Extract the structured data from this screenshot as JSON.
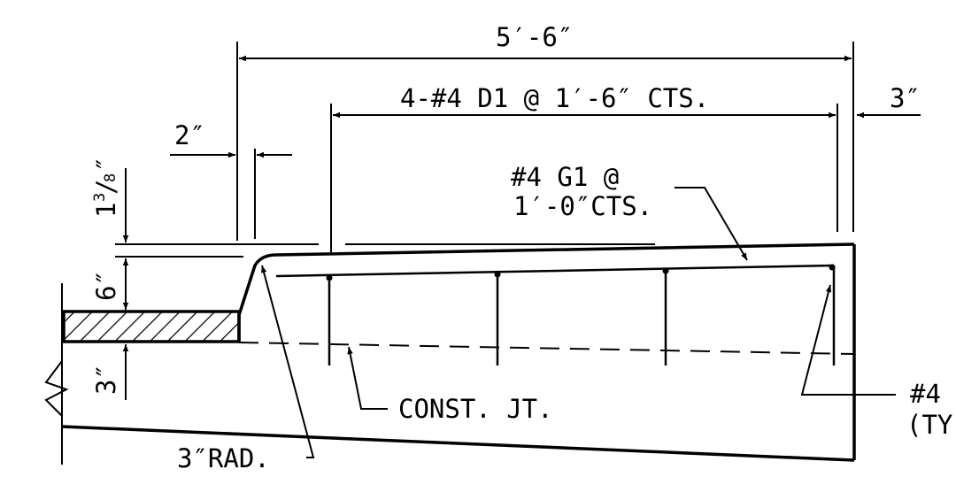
{
  "labels": {
    "overall_width": "5′-6″",
    "bar_d1": "4-#4 D1 @ 1′-6″ CTS.",
    "right_offset": "3″",
    "offset_2in": "2″",
    "top_dim_whole": "1",
    "top_dim_num": "3",
    "top_dim_den": "8",
    "top_dim_unit": "″",
    "bar_g1_line1": "#4 G1  @",
    "bar_g1_line2": "1′-0″CTS.",
    "depth_6in": "6″",
    "depth_3in": "3″",
    "const_jt": "CONST. JT.",
    "radius": "3″RAD.",
    "bar_4_line1": "#4",
    "bar_4_line2": "(TY"
  }
}
